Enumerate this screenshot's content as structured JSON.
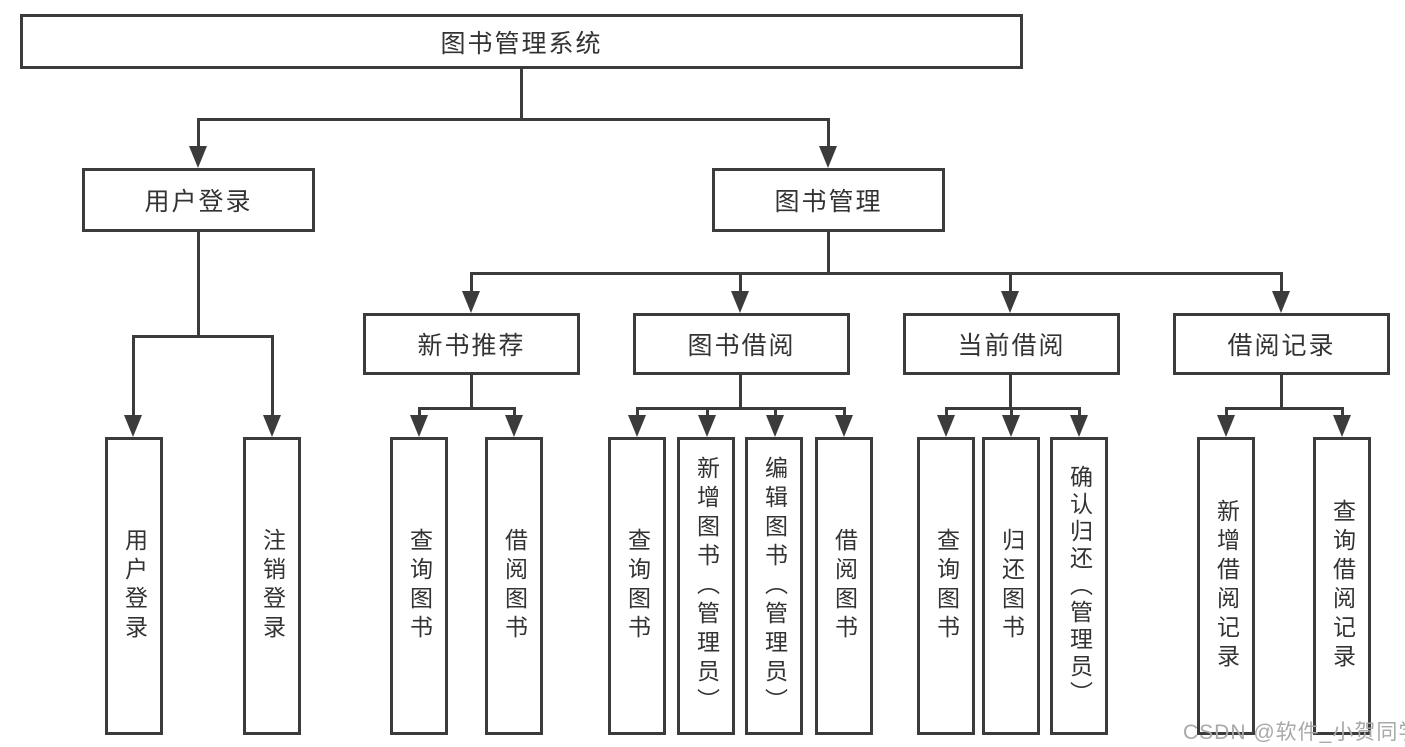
{
  "diagram": {
    "root": {
      "label": "图书管理系统"
    },
    "branches": [
      {
        "label": "用户登录",
        "children": [
          {
            "label": "用户登录"
          },
          {
            "label": "注销登录"
          }
        ]
      },
      {
        "label": "图书管理",
        "children": [
          {
            "label": "新书推荐",
            "children": [
              {
                "label": "查询图书"
              },
              {
                "label": "借阅图书"
              }
            ]
          },
          {
            "label": "图书借阅",
            "children": [
              {
                "label": "查询图书"
              },
              {
                "label": "新增图书（管理员）"
              },
              {
                "label": "编辑图书（管理员）"
              },
              {
                "label": "借阅图书"
              }
            ]
          },
          {
            "label": "当前借阅",
            "children": [
              {
                "label": "查询图书"
              },
              {
                "label": "归还图书"
              },
              {
                "label": "确认归还（管理员）"
              }
            ]
          },
          {
            "label": "借阅记录",
            "children": [
              {
                "label": "新增借阅记录"
              },
              {
                "label": "查询借阅记录"
              }
            ]
          }
        ]
      }
    ],
    "watermark": {
      "text": "CSDN @软件_小贺同学"
    },
    "colors": {
      "line": "#3b3b3b",
      "text": "#333333",
      "watermark": "#a9a9a9",
      "background": "#ffffff"
    }
  }
}
